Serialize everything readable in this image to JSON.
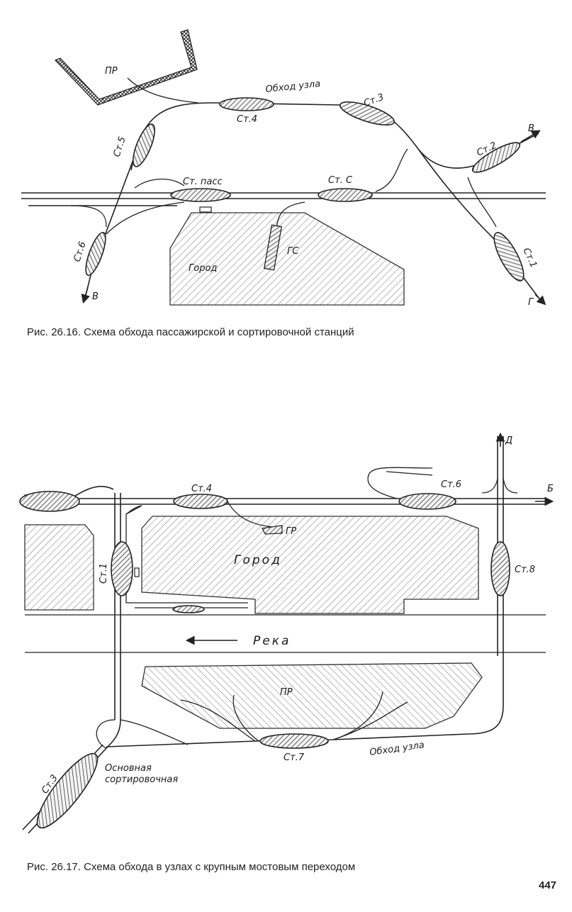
{
  "figure1": {
    "caption": "Рис. 26.16. Схема обхода пассажирской и сортировочной станций",
    "labels": {
      "pr": "ПР",
      "obkhod": "Обход узла",
      "st4": "Ст.4",
      "st3": "Ст.3",
      "st5": "Ст.5",
      "st2": "Ст.2",
      "stpass": "Ст. пасс",
      "stc": "Ст. С",
      "st1": "Ст.1",
      "st6": "Ст.6",
      "gs": "ГС",
      "gorod": "Город",
      "dir_v_top": "В",
      "dir_v_bottom": "В",
      "dir_g": "Г"
    }
  },
  "figure2": {
    "caption": "Рис. 26.17. Схема обхода в узлах с крупным мостовым переходом",
    "labels": {
      "st4": "Ст.4",
      "st6": "Ст.6",
      "gr": "ГР",
      "gorod": "Город",
      "st1": "Ст.1",
      "st8": "Ст.8",
      "reka": "Река",
      "pr": "ПР",
      "st3": "Ст.3",
      "osn1": "Основная",
      "osn2": "сортировочная",
      "st7": "Ст.7",
      "obkhod": "Обход узла",
      "dir_d": "Д",
      "dir_b": "Б"
    }
  },
  "page_number": "447"
}
